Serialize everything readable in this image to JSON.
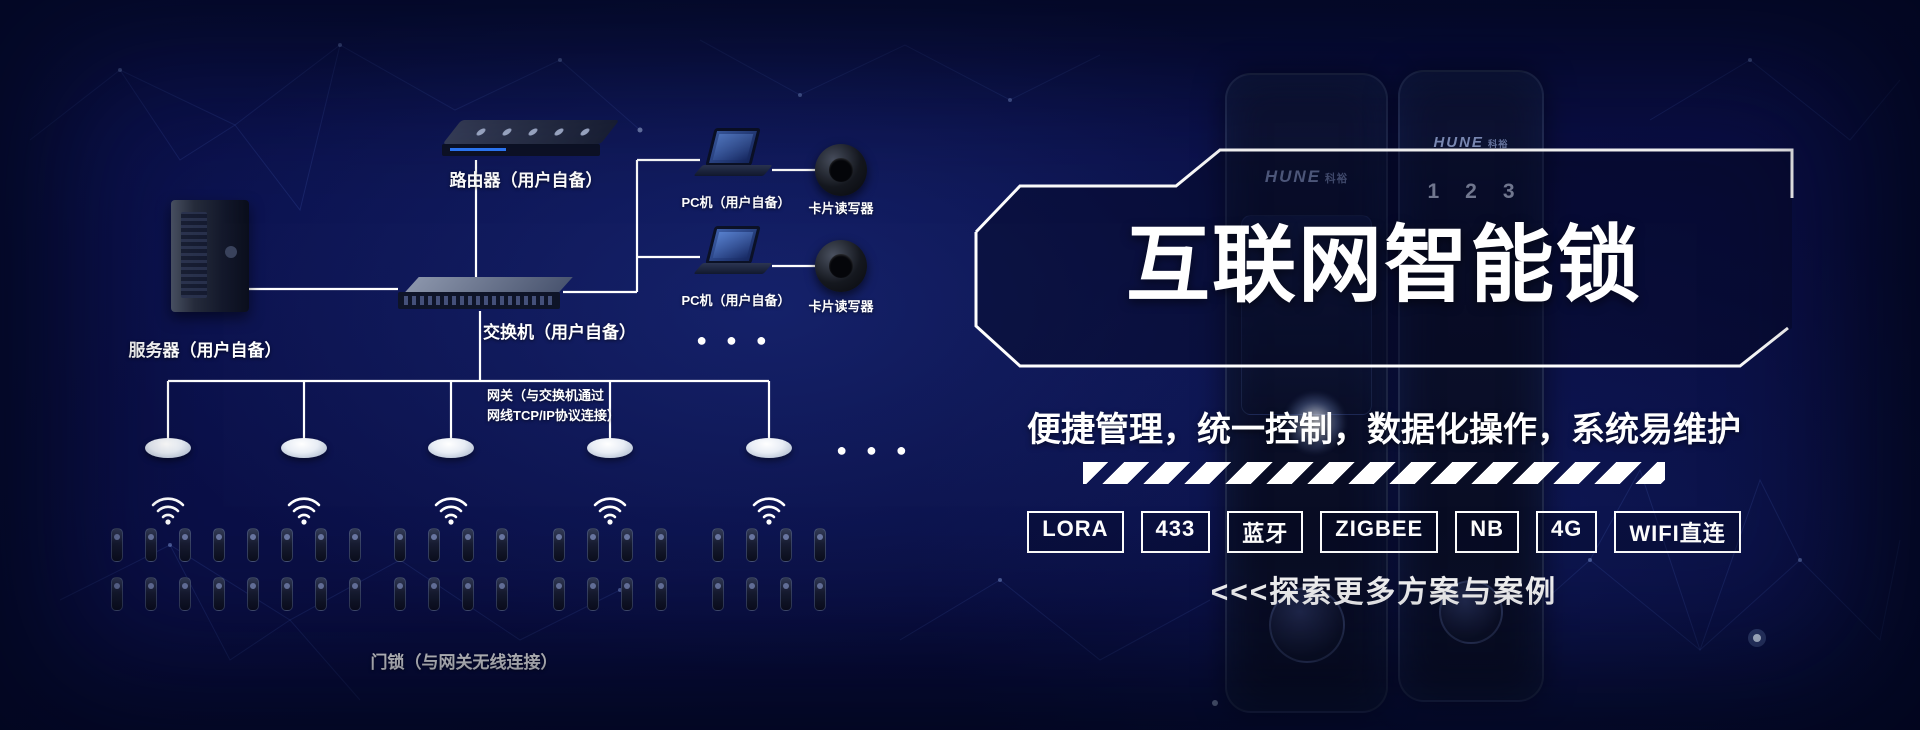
{
  "banner": {
    "title": "互联网智能锁",
    "subtitle": "便捷管理，统一控制，数据化操作，系统易维护",
    "cta": "<<<探索更多方案与案例",
    "tags": [
      "LORA",
      "433",
      "蓝牙",
      "ZIGBEE",
      "NB",
      "4G",
      "WIFI直连"
    ]
  },
  "products": {
    "brand": "HUNE",
    "brand_cn": "科裕",
    "keypad_digits": [
      "1",
      "2",
      "3"
    ]
  },
  "diagram": {
    "server_label": "服务器（用户自备）",
    "router_label": "路由器（用户自备）",
    "switch_label": "交换机（用户自备）",
    "pc_label": "PC机（用户自备）",
    "reader_label": "卡片读写器",
    "gateway_note_line1": "网关（与交换机通过",
    "gateway_note_line2": "网线TCP/IP协议连接）",
    "locks_label": "门锁（与网关无线连接）",
    "gateway_count": 5,
    "locks_per_gateway": 8,
    "ellipsis": "● ● ●"
  },
  "colors": {
    "background": "#0a0f46",
    "line": "#ffffff",
    "text": "#ffffff"
  }
}
